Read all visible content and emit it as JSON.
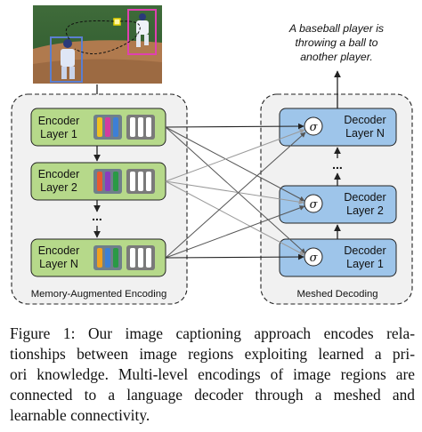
{
  "caption_sentence": "A baseball player is throwing a ball to another player.",
  "caption_lines": [
    "A baseball player is",
    "throwing a ball to",
    "another player."
  ],
  "encoder": {
    "panel_label": "Memory-Augmented Encoding",
    "layers": [
      {
        "line1": "Encoder",
        "line2": "Layer 1",
        "bars": [
          "#f0c020",
          "#d23ca0",
          "#3d7fd6"
        ]
      },
      {
        "line1": "Encoder",
        "line2": "Layer 2",
        "bars": [
          "#e85a30",
          "#8a3dbd",
          "#2a9a45"
        ]
      },
      {
        "line1": "Encoder",
        "line2": "Layer N",
        "bars": [
          "#f0a020",
          "#3d7fd6",
          "#2a9a45"
        ]
      }
    ]
  },
  "decoder": {
    "panel_label": "Meshed Decoding",
    "layers": [
      {
        "line1": "Decoder",
        "line2": "Layer N"
      },
      {
        "line1": "Decoder",
        "line2": "Layer 2"
      },
      {
        "line1": "Decoder",
        "line2": "Layer 1"
      }
    ],
    "gate_symbol": "σ"
  },
  "ellipsis": "...",
  "figure_caption": {
    "lines": [
      "Figure 1:  Our image captioning approach encodes rela-",
      "tionships between image regions exploiting learned a pri-",
      "ori knowledge. Multi-level encodings of image regions are",
      "connected to a language decoder through a meshed and",
      "learnable connectivity."
    ]
  },
  "colors": {
    "encoder_fill": "#b6d98a",
    "decoder_fill": "#9ec5ea",
    "panel_fill": "#f1f1f1",
    "player1_box": "#5b7fd0",
    "player2_box": "#e040b0",
    "ball_box": "#e6d200"
  }
}
